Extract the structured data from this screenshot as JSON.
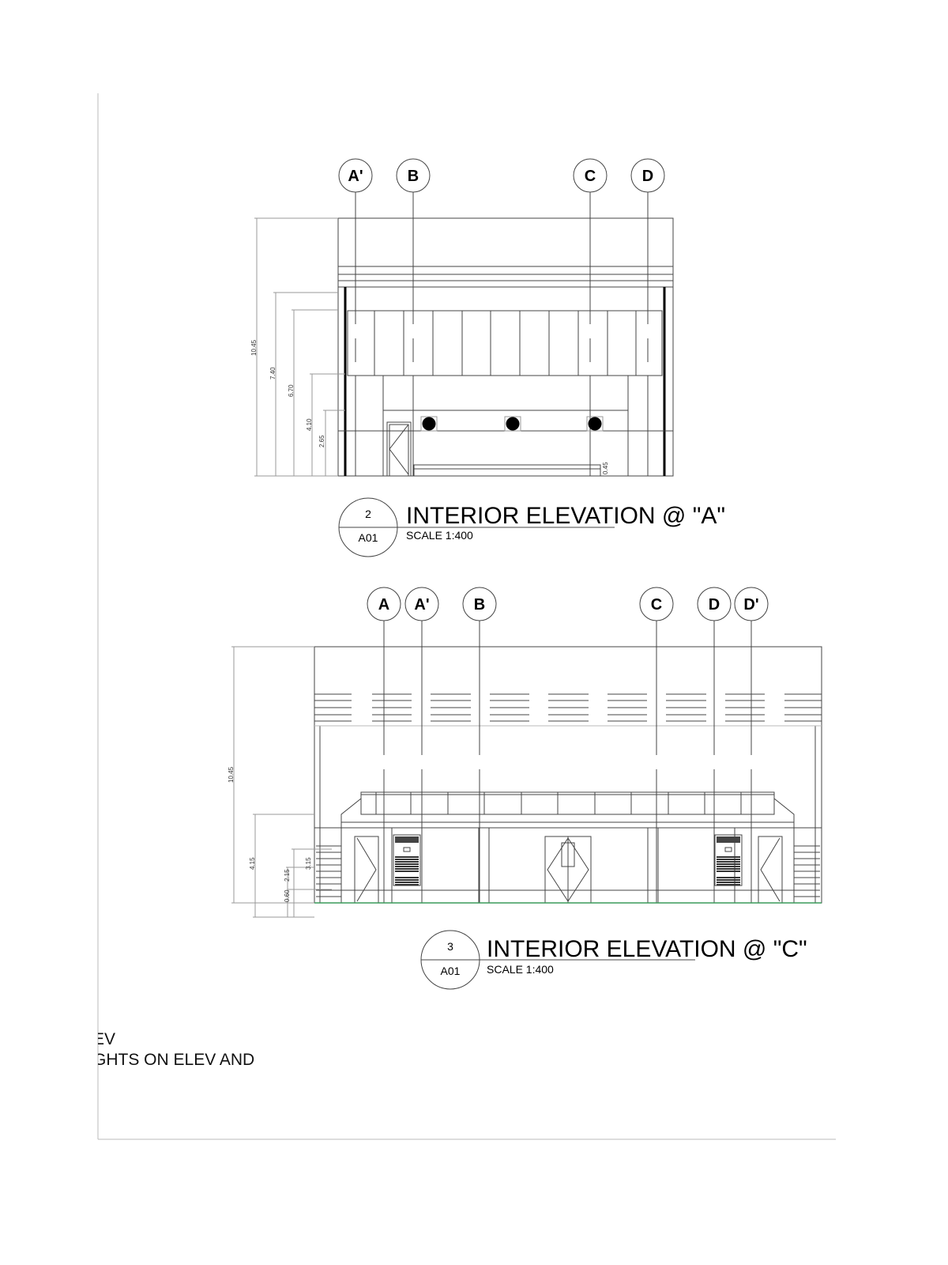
{
  "elevation_a": {
    "grid_labels": [
      "A'",
      "B",
      "C",
      "D"
    ],
    "dimensions": [
      "10.45",
      "7.40",
      "6.70",
      "4.10",
      "2.65",
      "0.45"
    ],
    "title": "INTERIOR ELEVATION @ \"A\"",
    "scale": "SCALE 1:400",
    "detail_number": "2",
    "sheet": "A01"
  },
  "elevation_c": {
    "grid_labels": [
      "A",
      "A'",
      "B",
      "C",
      "D",
      "D'"
    ],
    "dimensions": [
      "10.45",
      "4.15",
      "3.15",
      "2.15",
      "0.60"
    ],
    "title": "INTERIOR ELEVATION @ \"C\"",
    "scale": "SCALE 1:400",
    "detail_number": "3",
    "sheet": "A01"
  },
  "notes": [
    "EV",
    "GHTS ON ELEV AND"
  ],
  "colors": {
    "line": "#444444",
    "ground_line": "#3a9a5a",
    "border": "#bbbbbb"
  }
}
